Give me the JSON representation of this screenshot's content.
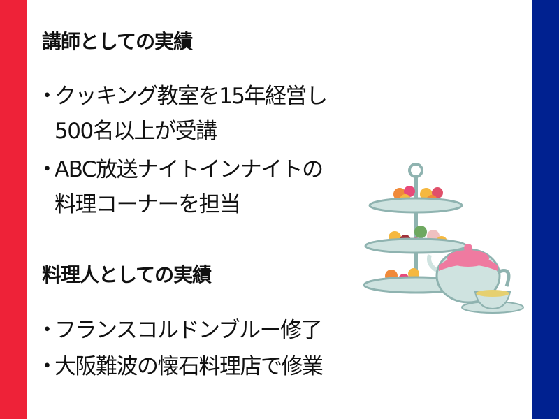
{
  "colors": {
    "left_bar": "#ee2238",
    "right_bar": "#002190"
  },
  "section1": {
    "heading": "講師としての実績",
    "items": [
      {
        "line1": "クッキング教室を15年経営し",
        "line2": "500名以上が受講"
      },
      {
        "line1": "ABC放送ナイトインナイトの",
        "line2": "料理コーナーを担当"
      }
    ]
  },
  "section2": {
    "heading": "料理人としての実績",
    "items": [
      "フランスコルドンブルー修了",
      "大阪難波の懐石料理店で修業"
    ]
  },
  "bullet": "・",
  "illustration": "afternoon-tea-stand-and-teapot"
}
